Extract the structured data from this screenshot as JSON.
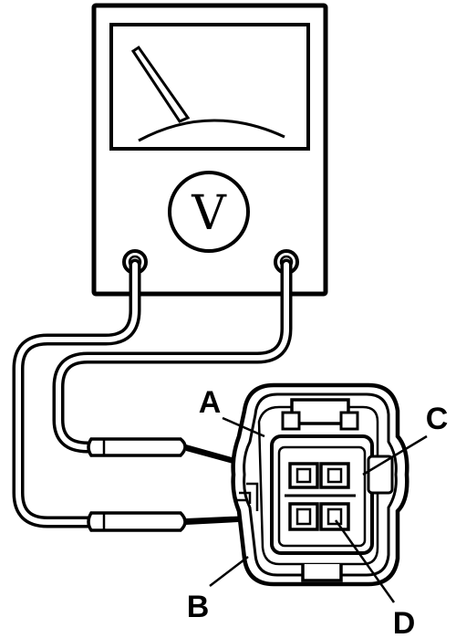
{
  "meter": {
    "symbol": "V",
    "icon": "voltmeter-icon"
  },
  "callouts": [
    {
      "id": "A",
      "label": "A"
    },
    {
      "id": "B",
      "label": "B"
    },
    {
      "id": "C",
      "label": "C"
    },
    {
      "id": "D",
      "label": "D"
    }
  ],
  "colors": {
    "line": "#000000",
    "background": "#ffffff"
  }
}
